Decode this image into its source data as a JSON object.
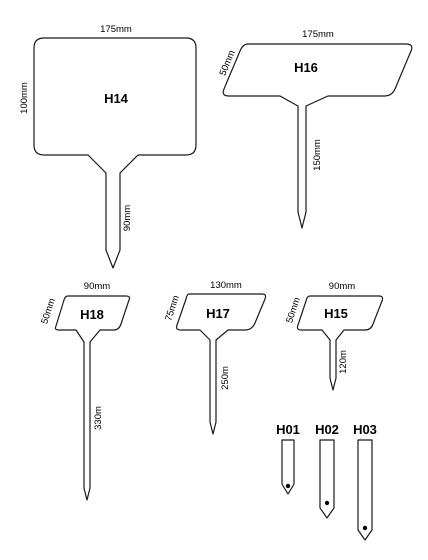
{
  "labels": {
    "h14": {
      "code": "H14",
      "width": "175mm",
      "height": "100mm",
      "stake": "90mm"
    },
    "h16": {
      "code": "H16",
      "width": "175mm",
      "height": "50mm",
      "stake": "150mm"
    },
    "h18": {
      "code": "H18",
      "width": "90mm",
      "height": "50mm",
      "stake": "330m"
    },
    "h17": {
      "code": "H17",
      "width": "130mm",
      "height": "75mm",
      "stake": "250m"
    },
    "h15": {
      "code": "H15",
      "width": "90mm",
      "height": "50mm",
      "stake": "120m"
    },
    "h01": {
      "code": "H01"
    },
    "h02": {
      "code": "H02"
    },
    "h03": {
      "code": "H03"
    }
  }
}
